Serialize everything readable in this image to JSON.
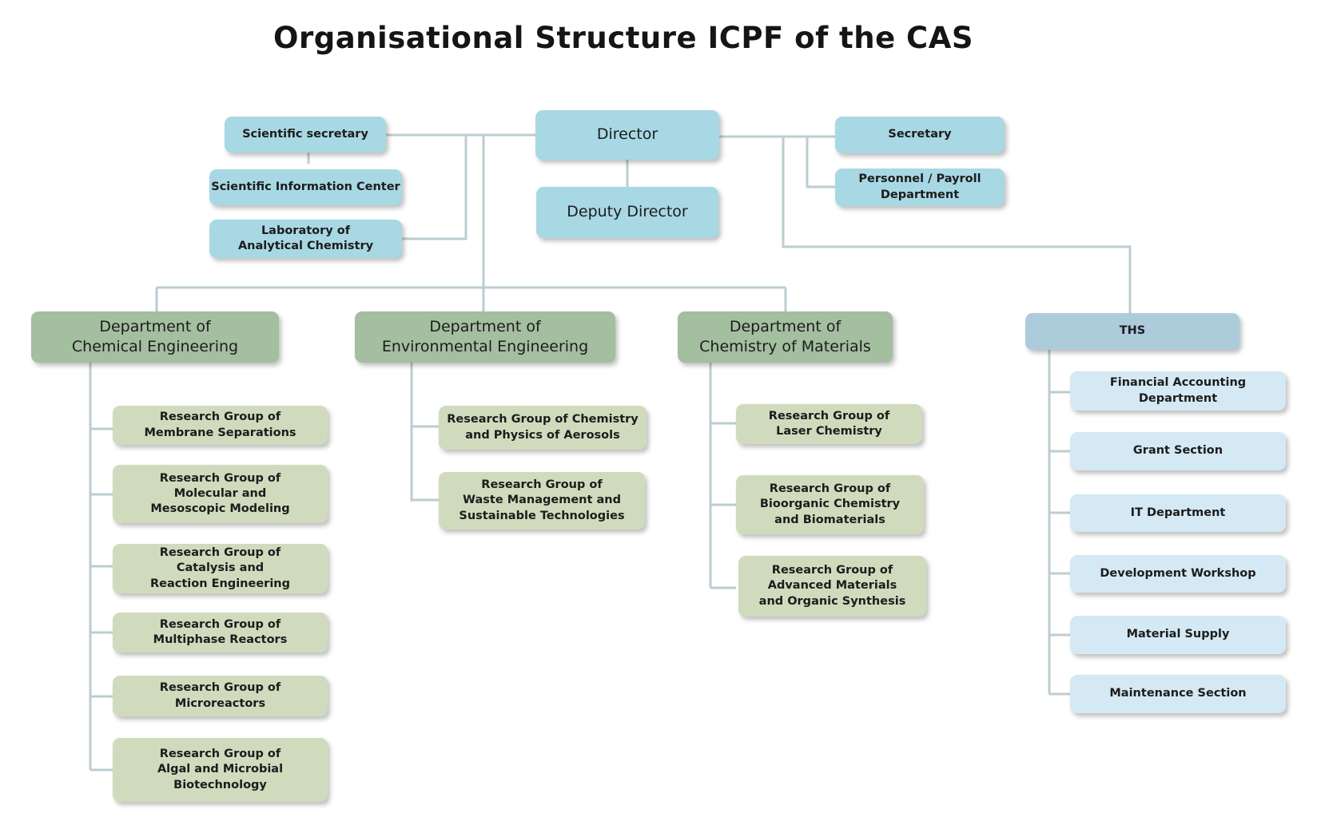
{
  "title": "Organisational Structure ICPF of the CAS",
  "management": {
    "director": "Director",
    "deputy_director": "Deputy Director",
    "scientific_secretary": "Scientific secretary",
    "scientific_information_center": "Scientific Information Center",
    "lab_analytical_chemistry": "Laboratory of\nAnalytical Chemistry",
    "secretary": "Secretary",
    "personnel_payroll": "Personnel / Payroll\nDepartment"
  },
  "departments": [
    {
      "name": "Department of\nChemical Engineering",
      "groups": [
        "Research Group of\nMembrane Separations",
        "Research Group of\nMolecular and\nMesoscopic Modeling",
        "Research Group of\nCatalysis and\nReaction Engineering",
        "Research Group of\nMultiphase Reactors",
        "Research Group of\nMicroreactors",
        "Research Group of\nAlgal and Microbial\nBiotechnology"
      ]
    },
    {
      "name": "Department  of\nEnvironmental Engineering",
      "groups": [
        "Research Group of Chemistry\nand Physics of Aerosols",
        "Research Group of\nWaste Management and\nSustainable Technologies"
      ]
    },
    {
      "name": "Department of\nChemistry of Materials",
      "groups": [
        "Research Group of\nLaser Chemistry",
        "Research Group of\nBioorganic Chemistry\nand Biomaterials",
        "Research Group of\nAdvanced Materials\nand Organic Synthesis"
      ]
    }
  ],
  "ths": {
    "name": "THS",
    "sections": [
      "Financial Accounting\nDepartment",
      "Grant Section",
      "IT Department",
      "Development Workshop",
      "Material Supply",
      "Maintenance Section"
    ]
  },
  "colors": {
    "management": "#a8d8e4",
    "department": "#a4bea0",
    "research_group": "#d0dbbd",
    "ths": "#acccdc",
    "ths_section": "#d4e9f3",
    "connector": "#bccdd2"
  }
}
